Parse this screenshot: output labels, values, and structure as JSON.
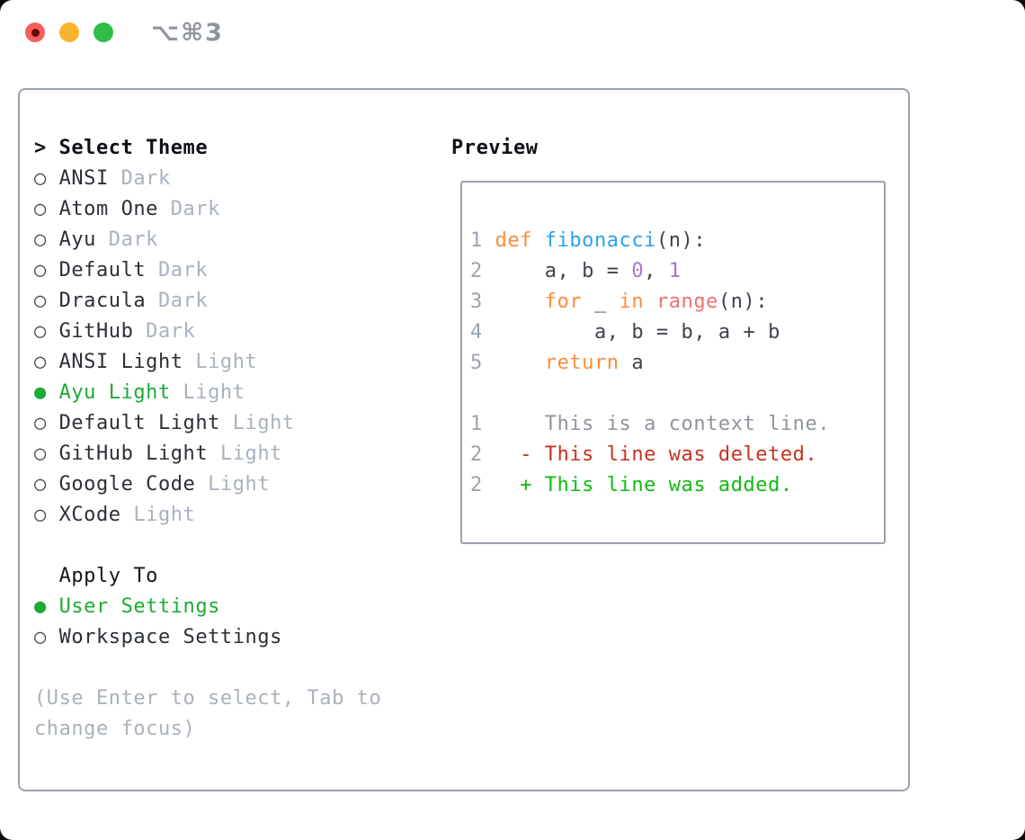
{
  "window": {
    "title_shortcut": "⌥⌘3",
    "traffic_lights": [
      {
        "name": "close-button",
        "color": "#f3605a",
        "has_dot": true,
        "dot_color": "#650705"
      },
      {
        "name": "minimize-button",
        "color": "#f8b42d",
        "has_dot": false
      },
      {
        "name": "zoom-button",
        "color": "#30bd45",
        "has_dot": false
      }
    ]
  },
  "left": {
    "header_prefix": "> ",
    "header": "Select Theme",
    "themes": [
      {
        "name": "ANSI",
        "variant": "Dark",
        "selected": false
      },
      {
        "name": "Atom One",
        "variant": "Dark",
        "selected": false
      },
      {
        "name": "Ayu",
        "variant": "Dark",
        "selected": false
      },
      {
        "name": "Default",
        "variant": "Dark",
        "selected": false
      },
      {
        "name": "Dracula",
        "variant": "Dark",
        "selected": false
      },
      {
        "name": "GitHub",
        "variant": "Dark",
        "selected": false
      },
      {
        "name": "ANSI Light",
        "variant": "Light",
        "selected": false
      },
      {
        "name": "Ayu Light",
        "variant": "Light",
        "selected": true
      },
      {
        "name": "Default Light",
        "variant": "Light",
        "selected": false
      },
      {
        "name": "GitHub Light",
        "variant": "Light",
        "selected": false
      },
      {
        "name": "Google Code",
        "variant": "Light",
        "selected": false
      },
      {
        "name": "XCode",
        "variant": "Light",
        "selected": false
      }
    ],
    "bullet_unselected": "○",
    "bullet_selected": "●",
    "apply_header": "  Apply To",
    "apply_options": [
      {
        "label": "User Settings",
        "selected": true
      },
      {
        "label": "Workspace Settings",
        "selected": false
      }
    ],
    "hint_lines": [
      "(Use Enter to select, Tab to",
      "change focus)"
    ]
  },
  "preview": {
    "header": "Preview",
    "lines": [
      {
        "segments": [
          {
            "t": "1",
            "c": "num"
          },
          {
            "t": " ",
            "c": "txt"
          },
          {
            "t": "def",
            "c": "kw"
          },
          {
            "t": " ",
            "c": "txt"
          },
          {
            "t": "fibonacci",
            "c": "fn"
          },
          {
            "t": "(n):",
            "c": "txt"
          }
        ]
      },
      {
        "segments": [
          {
            "t": "2",
            "c": "num"
          },
          {
            "t": "     a, b = ",
            "c": "txt"
          },
          {
            "t": "0",
            "c": "pur"
          },
          {
            "t": ", ",
            "c": "txt"
          },
          {
            "t": "1",
            "c": "pur"
          }
        ]
      },
      {
        "segments": [
          {
            "t": "3",
            "c": "num"
          },
          {
            "t": "     ",
            "c": "txt"
          },
          {
            "t": "for",
            "c": "kw"
          },
          {
            "t": " _ ",
            "c": "txt"
          },
          {
            "t": "in",
            "c": "kw"
          },
          {
            "t": " ",
            "c": "txt"
          },
          {
            "t": "range",
            "c": "cor"
          },
          {
            "t": "(n):",
            "c": "txt"
          }
        ]
      },
      {
        "segments": [
          {
            "t": "4",
            "c": "num"
          },
          {
            "t": "         a, b = b, a + b",
            "c": "txt"
          }
        ]
      },
      {
        "segments": [
          {
            "t": "5",
            "c": "num"
          },
          {
            "t": "     ",
            "c": "txt"
          },
          {
            "t": "return",
            "c": "kw"
          },
          {
            "t": " a",
            "c": "txt"
          }
        ]
      },
      {
        "segments": []
      },
      {
        "segments": [
          {
            "t": "1",
            "c": "num"
          },
          {
            "t": "     This is a context line.",
            "c": "ctx"
          }
        ]
      },
      {
        "segments": [
          {
            "t": "2",
            "c": "num"
          },
          {
            "t": "   ",
            "c": "txt"
          },
          {
            "t": "- This line was deleted.",
            "c": "del"
          }
        ]
      },
      {
        "segments": [
          {
            "t": "2",
            "c": "num"
          },
          {
            "t": "   ",
            "c": "txt"
          },
          {
            "t": "+ This line was added.",
            "c": "add"
          }
        ]
      }
    ]
  },
  "colors": {
    "accent_selected_green": "#1cab35",
    "diff_deleted_red": "#c8321e",
    "diff_added_green": "#10bb10",
    "syntax_keyword_orange": "#fa8d3e",
    "syntax_function_blue": "#2da0e8",
    "syntax_number_purple": "#a37acc",
    "syntax_builtin_coral": "#f07171",
    "line_number_gray": "#9aa4af",
    "muted_gray": "#a9b2bd",
    "border_gray": "#9aa2ad"
  }
}
